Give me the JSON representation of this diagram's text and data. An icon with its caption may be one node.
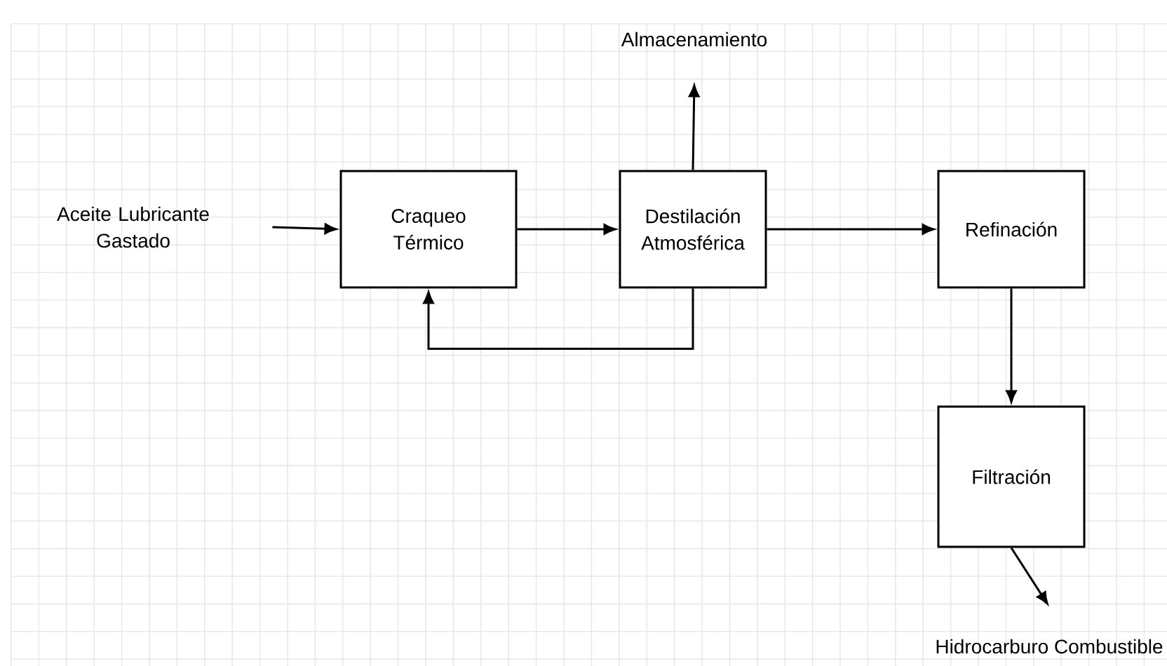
{
  "diagram": {
    "nodes": [
      {
        "text": [
          "Aceite Lubricante Gastado"
        ]
      },
      {
        "text": [
          "Craqueo Térmico"
        ]
      },
      {
        "text": [
          "Destilación Atmosférica"
        ]
      },
      {
        "text": [
          "Refinación"
        ]
      },
      {
        "text": [
          "Filtración"
        ]
      },
      {
        "text": [
          "Almacenamiento"
        ]
      },
      {
        "text": [
          "Hidrocarburo Combustible"
        ]
      }
    ],
    "edges": [
      {
        "from": 0,
        "to": 1,
        "arrow": "to"
      },
      {
        "from": 1,
        "to": 2,
        "arrow": "to"
      },
      {
        "from": 2,
        "to": 3,
        "arrow": "to"
      },
      {
        "from": 2,
        "to": 5,
        "arrow": "to"
      },
      {
        "from": 2,
        "to": 1,
        "arrow": "to"
      },
      {
        "from": 3,
        "to": 4,
        "arrow": "to"
      },
      {
        "from": 4,
        "to": 6,
        "arrow": "to"
      }
    ]
  }
}
